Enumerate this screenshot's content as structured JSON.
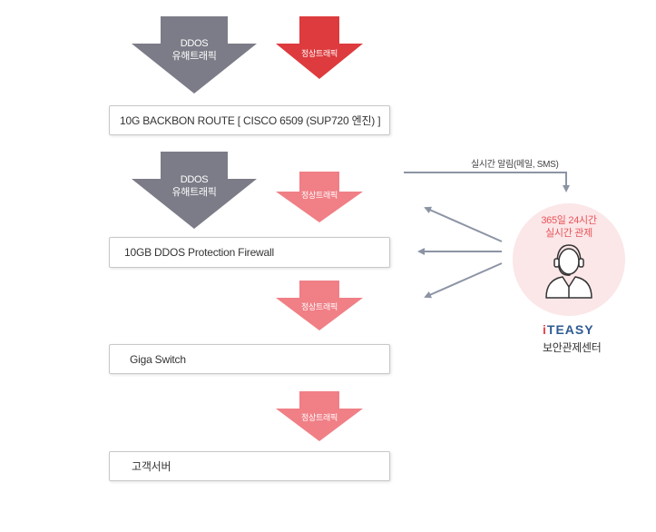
{
  "colors": {
    "ddos_arrow": "#7b7c87",
    "normal_arrow_strong": "#dd3b3e",
    "normal_arrow": "#f07f86",
    "connector": "#8c94a4",
    "monitor_circle": "#fbe6e8",
    "monitor_text": "#ea5458",
    "brand_blue": "#2f5b92"
  },
  "flow": {
    "top": {
      "ddos_label": [
        "DDOS",
        "유해트래픽"
      ],
      "normal_label": "정상트래픽"
    },
    "router_box": "10G BACKBON ROUTE [ CISCO 6509 (SUP720 엔진) ]",
    "middle": {
      "ddos_label": [
        "DDOS",
        "유해트래픽"
      ],
      "normal_label": "정상트래픽"
    },
    "firewall_box": "10GB DDOS Protection Firewall",
    "after_firewall_label": "정상트래픽",
    "switch_box": "Giga Switch",
    "after_switch_label": "정상트래픽",
    "server_box": "고객서버"
  },
  "monitoring": {
    "alert_text": "실시간 알림(메일, SMS)",
    "center_line1": "365일 24시간",
    "center_line2": "실시간 관제",
    "operator_icon": "headset-operator-icon"
  },
  "brand": {
    "logo_prefix": "i",
    "logo_rest": "TEASY",
    "subtitle": "보안관제센터"
  }
}
